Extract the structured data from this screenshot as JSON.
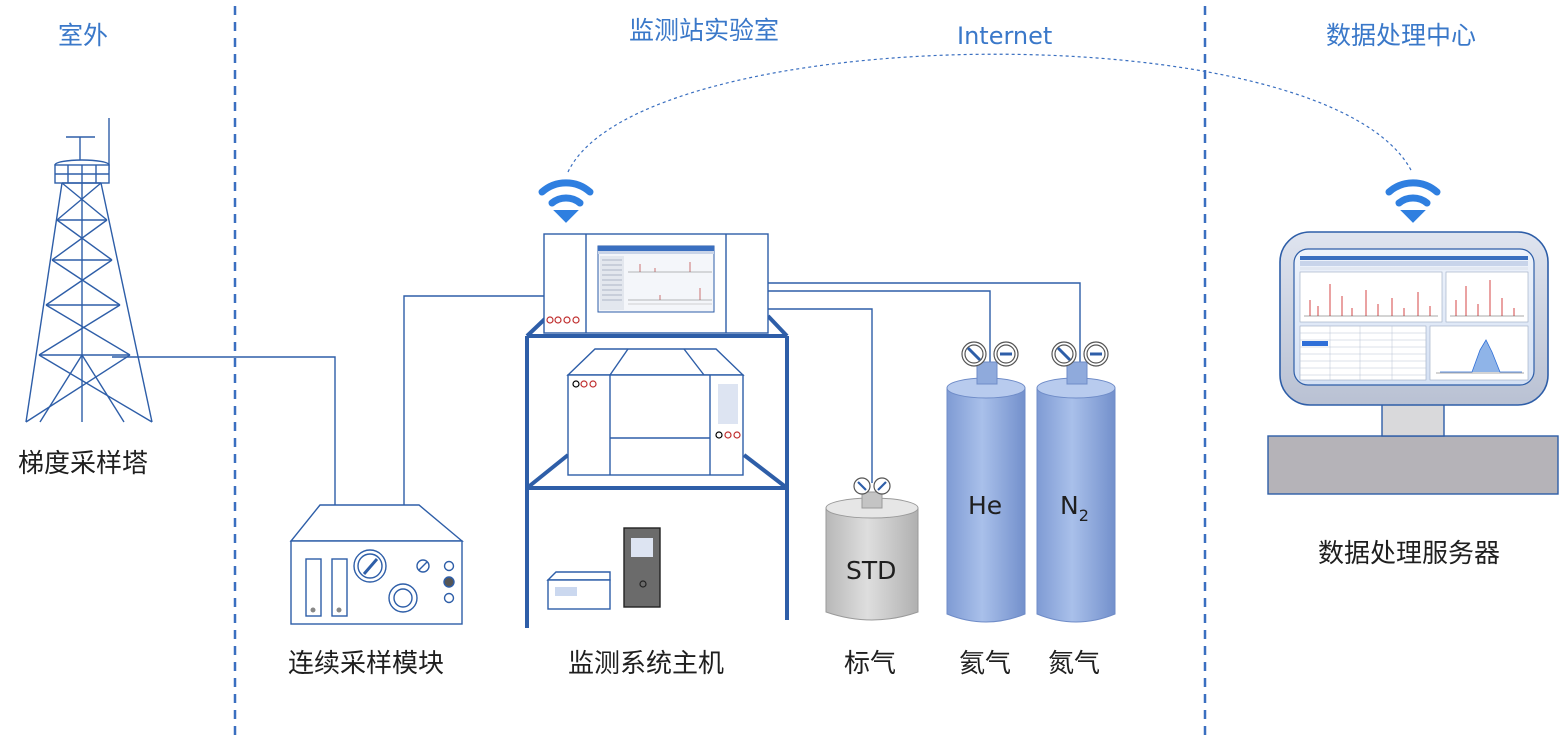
{
  "zones": {
    "outdoor": "室外",
    "lab": "监测站实验室",
    "center": "数据处理中心"
  },
  "network": {
    "internet": "Internet"
  },
  "equipment": {
    "tower": "梯度采样塔",
    "sampler": "连续采样模块",
    "host": "监测系统主机",
    "std_gas": "标气",
    "he_gas": "氦气",
    "n2_gas": "氮气",
    "server": "数据处理服务器"
  },
  "cylinder_marks": {
    "std": "STD",
    "he": "He",
    "n2_base": "N",
    "n2_sub": "2"
  },
  "colors": {
    "line": "#2e5ea8",
    "divider": "#3a6fc0",
    "wifi": "#2f7fe0",
    "cylinder_blue": "#8faadc",
    "cylinder_gray": "#c8c8c8",
    "zone_text": "#3a78c9"
  }
}
